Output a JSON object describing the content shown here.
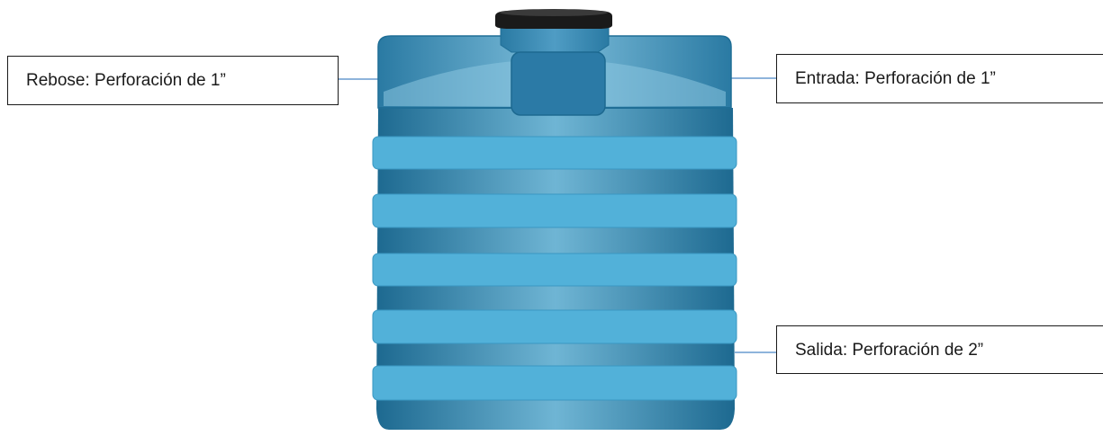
{
  "labels": {
    "rebose": "Rebose: Perforación de 1”",
    "entrada": "Entrada: Perforación de 1”",
    "salida": "Salida: Perforación de 2”"
  },
  "tank": {
    "icon": "water-tank-icon",
    "band_count": 5,
    "colors": {
      "body_dark": "#1f6e96",
      "body_light": "#6ab1d1",
      "band": "#4fb0d8",
      "lid": "#1a1a1a",
      "leader_line": "#4a86c5"
    }
  }
}
